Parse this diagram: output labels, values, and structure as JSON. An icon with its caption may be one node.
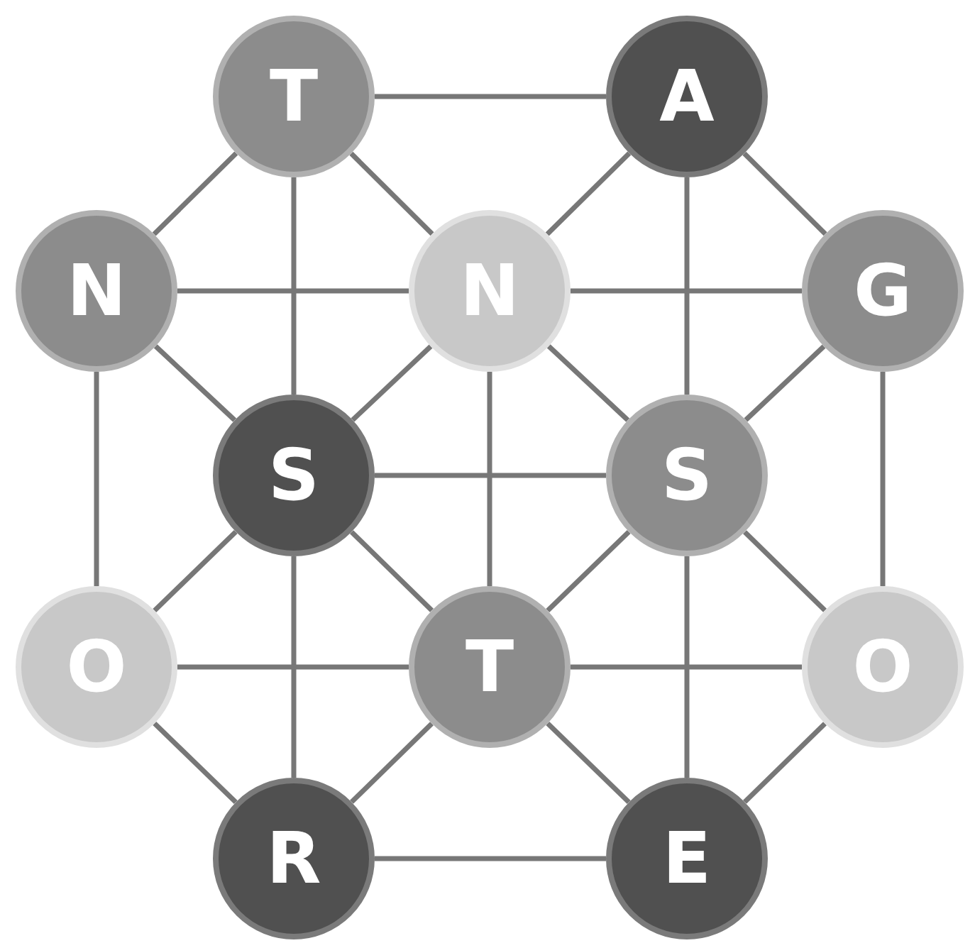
{
  "diagram": {
    "nodes": [
      {
        "text": [
          "T"
        ]
      },
      {
        "text": [
          "A"
        ]
      },
      {
        "text": [
          "N"
        ]
      },
      {
        "text": [
          "N"
        ]
      },
      {
        "text": [
          "G"
        ]
      },
      {
        "text": [
          "S"
        ]
      },
      {
        "text": [
          "S"
        ]
      },
      {
        "text": [
          "O"
        ]
      },
      {
        "text": [
          "T"
        ]
      },
      {
        "text": [
          "O"
        ]
      },
      {
        "text": [
          "R"
        ]
      },
      {
        "text": [
          "E"
        ]
      }
    ],
    "edges": [
      {
        "from": 0,
        "to": 1,
        "arrow": "none"
      },
      {
        "from": 0,
        "to": 2,
        "arrow": "none"
      },
      {
        "from": 0,
        "to": 3,
        "arrow": "none"
      },
      {
        "from": 0,
        "to": 5,
        "arrow": "none"
      },
      {
        "from": 1,
        "to": 3,
        "arrow": "none"
      },
      {
        "from": 1,
        "to": 4,
        "arrow": "none"
      },
      {
        "from": 1,
        "to": 6,
        "arrow": "none"
      },
      {
        "from": 2,
        "to": 3,
        "arrow": "none"
      },
      {
        "from": 3,
        "to": 4,
        "arrow": "none"
      },
      {
        "from": 2,
        "to": 5,
        "arrow": "none"
      },
      {
        "from": 2,
        "to": 7,
        "arrow": "none"
      },
      {
        "from": 3,
        "to": 5,
        "arrow": "none"
      },
      {
        "from": 3,
        "to": 6,
        "arrow": "none"
      },
      {
        "from": 3,
        "to": 8,
        "arrow": "none"
      },
      {
        "from": 4,
        "to": 6,
        "arrow": "none"
      },
      {
        "from": 4,
        "to": 9,
        "arrow": "none"
      },
      {
        "from": 5,
        "to": 6,
        "arrow": "none"
      },
      {
        "from": 5,
        "to": 7,
        "arrow": "none"
      },
      {
        "from": 5,
        "to": 8,
        "arrow": "none"
      },
      {
        "from": 5,
        "to": 10,
        "arrow": "none"
      },
      {
        "from": 6,
        "to": 8,
        "arrow": "none"
      },
      {
        "from": 6,
        "to": 9,
        "arrow": "none"
      },
      {
        "from": 6,
        "to": 11,
        "arrow": "none"
      },
      {
        "from": 7,
        "to": 8,
        "arrow": "none"
      },
      {
        "from": 8,
        "to": 9,
        "arrow": "none"
      },
      {
        "from": 7,
        "to": 10,
        "arrow": "none"
      },
      {
        "from": 8,
        "to": 10,
        "arrow": "none"
      },
      {
        "from": 8,
        "to": 11,
        "arrow": "none"
      },
      {
        "from": 9,
        "to": 11,
        "arrow": "none"
      },
      {
        "from": 10,
        "to": 11,
        "arrow": "none"
      }
    ]
  }
}
